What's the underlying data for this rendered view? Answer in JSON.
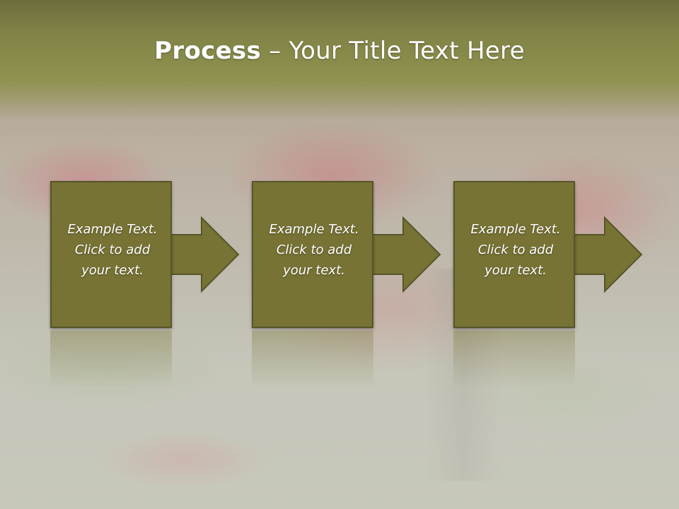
{
  "slide": {
    "title_bold": "Process",
    "title_rest": " – Your Title Text Here"
  },
  "steps": [
    {
      "text": "Example Text.\nClick  to add\nyour text."
    },
    {
      "text": "Example Text.\nClick  to add\nyour text."
    },
    {
      "text": "Example Text.\nClick  to add\nyour text."
    }
  ],
  "colors": {
    "box_fill": "#777335",
    "box_border": "#55552a",
    "title_band": "#8e914e",
    "text": "#ffffff"
  },
  "icons": [
    "right-arrow-icon"
  ]
}
